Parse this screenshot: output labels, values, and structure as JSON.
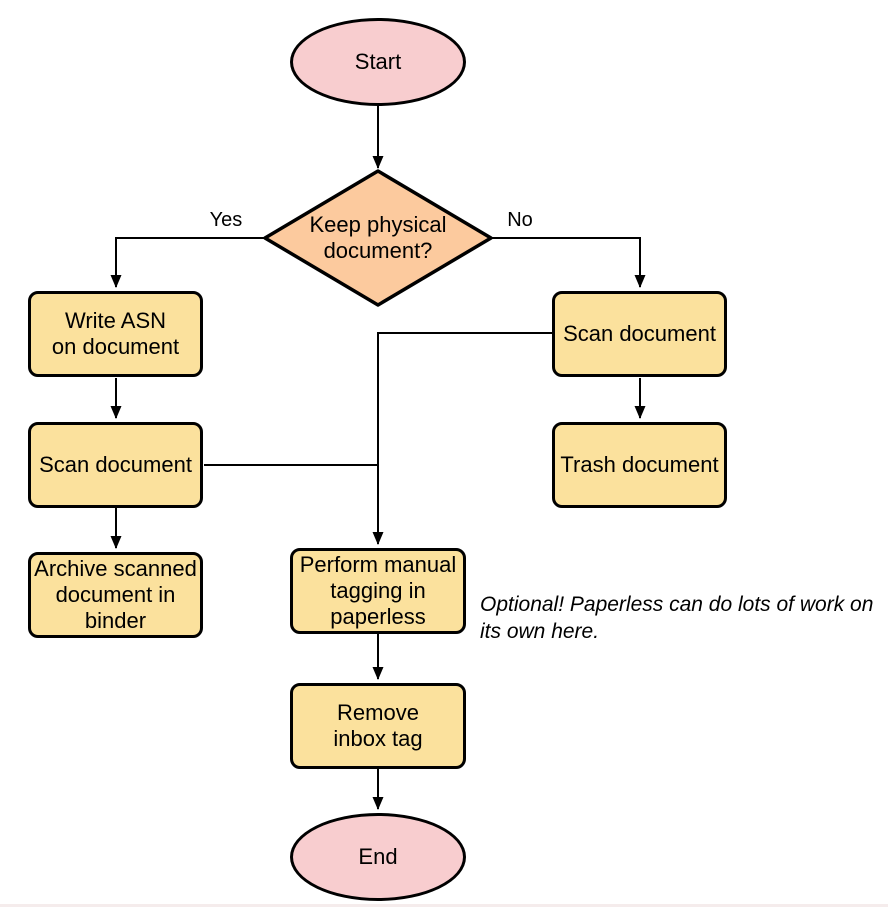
{
  "diagram": {
    "type": "flowchart",
    "nodes": {
      "start": {
        "label": "Start",
        "shape": "terminator"
      },
      "decision": {
        "label": "Keep physical\ndocument?",
        "shape": "decision"
      },
      "write_asn": {
        "label": "Write ASN\non document",
        "shape": "process"
      },
      "scan_left": {
        "label": "Scan document",
        "shape": "process"
      },
      "archive": {
        "label": "Archive scanned\ndocument in\nbinder",
        "shape": "process"
      },
      "scan_right": {
        "label": "Scan document",
        "shape": "process"
      },
      "trash": {
        "label": "Trash document",
        "shape": "process"
      },
      "tagging": {
        "label": "Perform manual\ntagging in\npaperless",
        "shape": "process"
      },
      "remove_inbox": {
        "label": "Remove\ninbox tag",
        "shape": "process"
      },
      "end": {
        "label": "End",
        "shape": "terminator"
      }
    },
    "edge_labels": {
      "yes": "Yes",
      "no": "No"
    },
    "edges": [
      {
        "from": "start",
        "to": "decision"
      },
      {
        "from": "decision",
        "to": "write_asn",
        "label": "Yes"
      },
      {
        "from": "decision",
        "to": "scan_right",
        "label": "No"
      },
      {
        "from": "write_asn",
        "to": "scan_left"
      },
      {
        "from": "scan_left",
        "to": "archive"
      },
      {
        "from": "scan_right",
        "to": "trash"
      },
      {
        "from": "scan_right",
        "to": "tagging"
      },
      {
        "from": "scan_left",
        "to": "tagging"
      },
      {
        "from": "tagging",
        "to": "remove_inbox"
      },
      {
        "from": "remove_inbox",
        "to": "end"
      }
    ],
    "note": "Optional! Paperless can do lots of work on\nits own here.",
    "colors": {
      "terminator_fill": "#F8CDCF",
      "decision_fill": "#FCCA9E",
      "process_fill": "#FBE19D",
      "line": "#000000"
    }
  }
}
